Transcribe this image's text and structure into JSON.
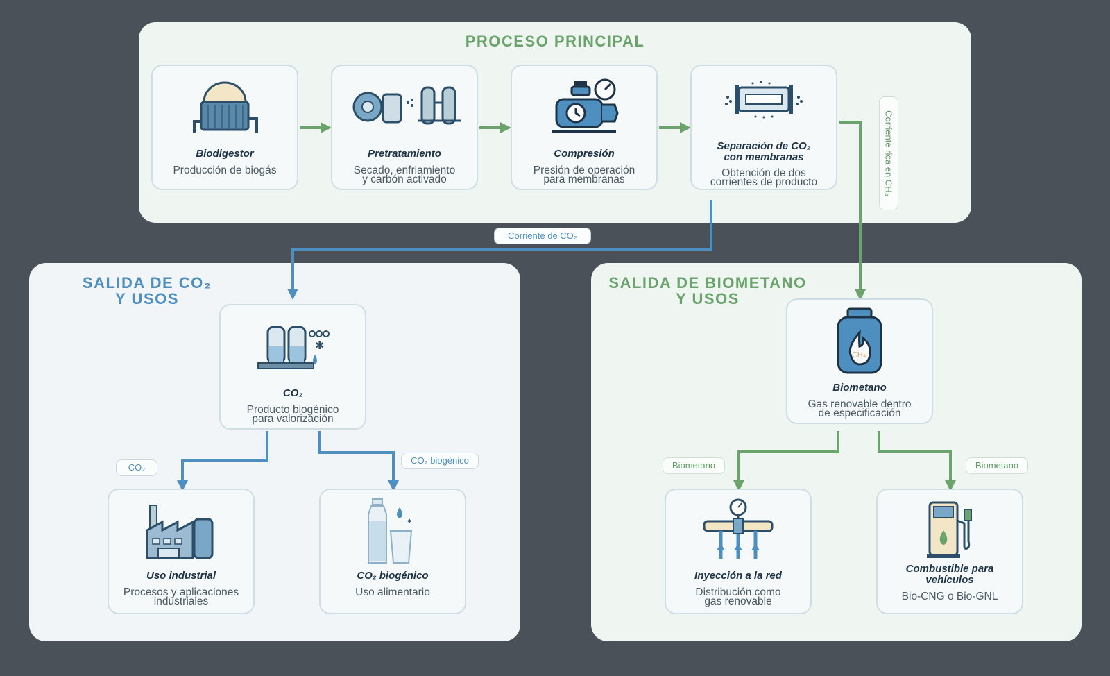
{
  "main": {
    "title": "PROCESO PRINCIPAL",
    "steps": [
      {
        "title": "Biodigestor",
        "desc1": "Producción de biogás",
        "desc2": ""
      },
      {
        "title": "Pretratamiento",
        "desc1": "Secado, enfriamiento",
        "desc2": "y carbón activado"
      },
      {
        "title": "Compresión",
        "desc1": "Presión de operación",
        "desc2": "para membranas"
      },
      {
        "title1": "Separación de CO₂",
        "title2": "con membranas",
        "desc1": "Obtención de dos",
        "desc2": "corrientes de producto"
      }
    ],
    "ch4_stream_label": "Corriente rica en CH₄",
    "co2_stream_label": "Corriente de CO₂"
  },
  "co2_section": {
    "title1": "SALIDA DE CO₂",
    "title2": "Y USOS",
    "product": {
      "title": "CO₂",
      "desc1": "Producto biogénico",
      "desc2": "para valorización"
    },
    "branch_left_label": "CO₂",
    "branch_right_label": "CO₂ biogénico",
    "uses": [
      {
        "title": "Uso industrial",
        "desc1": "Procesos y aplicaciones",
        "desc2": "industriales"
      },
      {
        "title": "CO₂ biogénico",
        "desc1": "Uso alimentario",
        "desc2": ""
      }
    ]
  },
  "bio_section": {
    "title1": "SALIDA DE BIOMETANO",
    "title2": "Y USOS",
    "product": {
      "title": "Biometano",
      "desc1": "Gas renovable dentro",
      "desc2": "de especificación",
      "tank_label": "CH₄"
    },
    "branch_left_label": "Biometano",
    "branch_right_label": "Biometano",
    "uses": [
      {
        "title": "Inyección a la red",
        "desc1": "Distribución como",
        "desc2": "gas renovable"
      },
      {
        "title1": "Combustible para",
        "title2": "vehículos",
        "desc1": "Bio-CNG o Bio-GNL"
      }
    ]
  },
  "colors": {
    "green": "#6aa46c",
    "blue": "#4f8fbf",
    "dark": "#1f3346",
    "background": "#4a5159"
  }
}
